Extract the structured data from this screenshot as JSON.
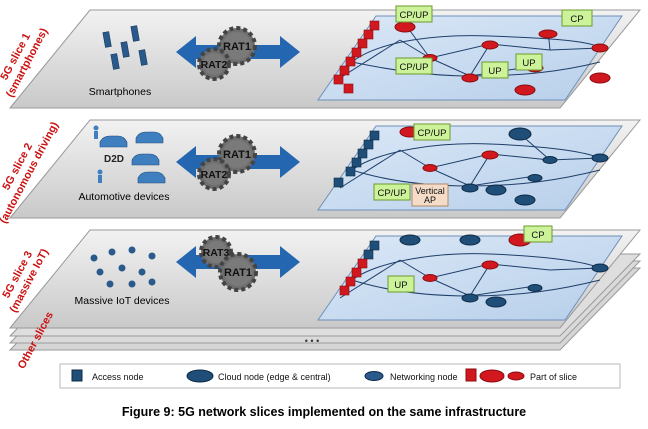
{
  "slices": [
    {
      "title_line1": "5G slice 1",
      "title_line2": "(smartphones)",
      "devices_label": "Smartphones",
      "rats": [
        "RAT1",
        "RAT2"
      ],
      "functions": [
        "CP/UP",
        "CP",
        "CP/UP",
        "UP",
        "UP"
      ]
    },
    {
      "title_line1": "5G slice 2",
      "title_line2": "(autonomous driving)",
      "devices_label": "Automotive devices",
      "d2d_label": "D2D",
      "rats": [
        "RAT1",
        "RAT2"
      ],
      "functions": [
        "CP/UP",
        "CP/UP"
      ],
      "vertical_ap_line1": "Vertical",
      "vertical_ap_line2": "AP"
    },
    {
      "title_line1": "5G slice 3",
      "title_line2": "(massive IoT)",
      "devices_label": "Massive IoT devices",
      "rats": [
        "RAT3",
        "RAT1"
      ],
      "functions": [
        "CP",
        "UP"
      ]
    }
  ],
  "other_slices_label": "Other slices",
  "ellipsis": "• • •",
  "legend": {
    "access_node": "Access node",
    "cloud_node": "Cloud node (edge & central)",
    "networking_node": "Networking node",
    "part_of_slice": "Part of slice"
  },
  "caption": "Figure 9: 5G network slices implemented on the same infrastructure",
  "colors": {
    "slice_title": "#cc1111",
    "node_blue": "#1f4e79",
    "node_red": "#d0181e",
    "function_box": "#ccf29a",
    "network_plane": "#c8dcf2",
    "arrow": "#2566b0",
    "gear": "#6f6f6f"
  }
}
